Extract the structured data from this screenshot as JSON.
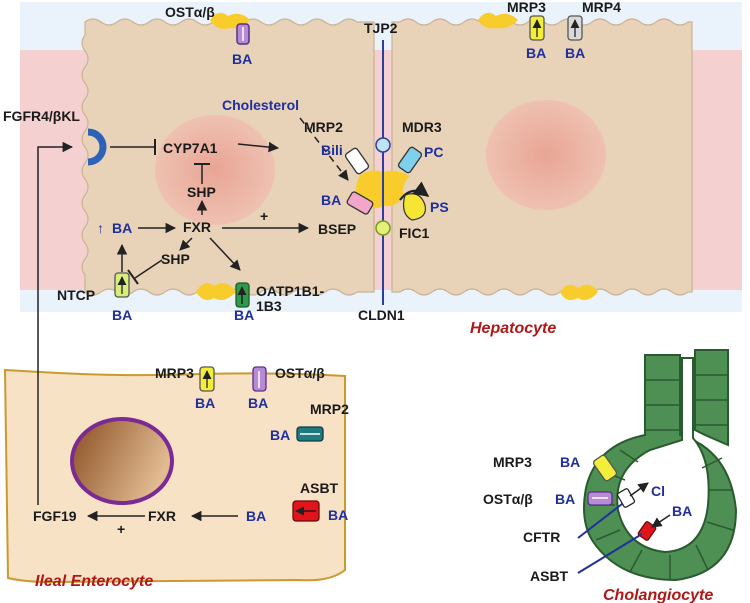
{
  "labels": {
    "ost_top": "OSTα/β",
    "ba_ost_top": "BA",
    "mrp3_top": "MRP3",
    "mrp4_top": "MRP4",
    "ba_mrp3_top": "BA",
    "ba_mrp4_top": "BA",
    "tjp2": "TJP2",
    "cholesterol": "Cholesterol",
    "fgfr4": "FGFR4/βKL",
    "cyp7a1": "CYP7A1",
    "shp1": "SHP",
    "fxr1": "FXR",
    "shp2": "SHP",
    "up_arrow": "↑",
    "ba_up": "BA",
    "ntcp": "NTCP",
    "ba_ntcp": "BA",
    "oatp_a": "OATP1B1-",
    "oatp_b": "1B3",
    "ba_oatp": "BA",
    "plus1": "+",
    "mrp2": "MRP2",
    "bili": "Bili",
    "mdr3": "MDR3",
    "pc": "PC",
    "ba_bsep": "BA",
    "bsep": "BSEP",
    "ps": "PS",
    "fic1": "FIC1",
    "cldn1": "CLDN1",
    "hepatocyte": "Hepatocyte",
    "mrp3_il": "MRP3",
    "ba_mrp3_il": "BA",
    "ost_il": "OSTα/β",
    "ba_ost_il": "BA",
    "mrp2_il": "MRP2",
    "ba_mrp2_il": "BA",
    "asbt_il": "ASBT",
    "ba_asbt_out": "BA",
    "ba_asbt_in": "BA",
    "fgf19": "FGF19",
    "fxr_il": "FXR",
    "plus2": "+",
    "enterocyte": "Ileal Enterocyte",
    "mrp3_ch": "MRP3",
    "ba_mrp3_ch": "BA",
    "ost_ch": "OSTα/β",
    "ba_ost_ch": "BA",
    "cl": "Cl",
    "ba_ch": "BA",
    "cftr": "CFTR",
    "asbt_ch": "ASBT",
    "cholangiocyte": "Cholangiocyte"
  },
  "colors": {
    "hepatocyte_fill": "#e8d3b9",
    "blood_band": "#f5d0d0",
    "nucleus_hep": "#e6aea0",
    "enterocyte_fill": "#f8e2c6",
    "enterocyte_border": "#c99a2e",
    "enterocyte_nucleus": "#a86a3a",
    "cholangiocyte_fill": "#4e8f54",
    "canaliculus": "#f8d23a",
    "text_blue": "#1f2f9c",
    "text_red": "#b01818"
  }
}
